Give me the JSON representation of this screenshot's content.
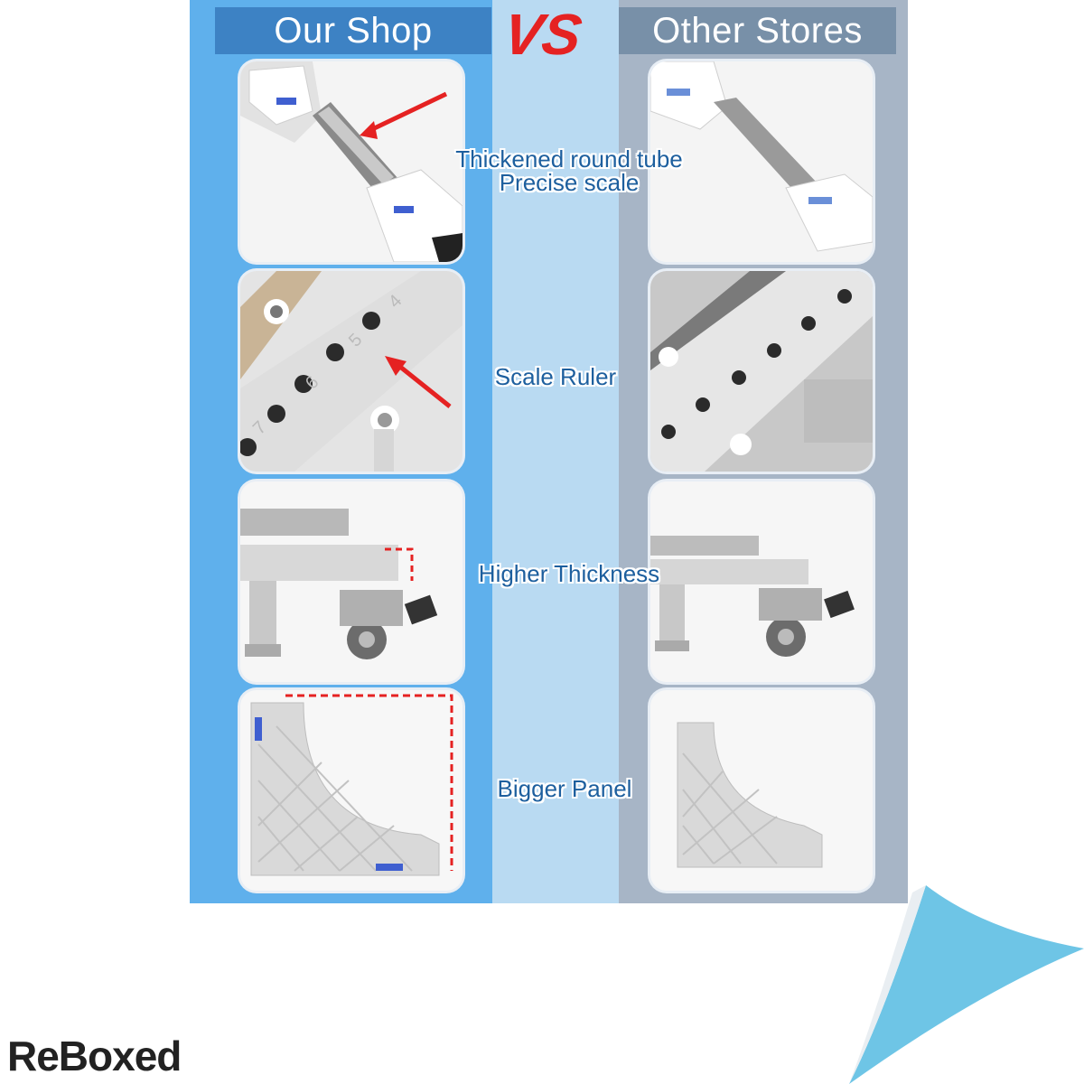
{
  "header": {
    "left_title": "Our Shop",
    "vs_text": "VS",
    "right_title": "Other Stores"
  },
  "comparisons": [
    {
      "label_line1": "Thickened round tube",
      "label_line2": "Precise scale"
    },
    {
      "label_line1": "Scale Ruler"
    },
    {
      "label_line1": "Higher Thickness"
    },
    {
      "label_line1": "Bigger Panel"
    }
  ],
  "scale_digits": [
    "4",
    "5",
    "6",
    "7"
  ],
  "brand": {
    "logo_text": "ReBoxed"
  },
  "colors": {
    "left_column": "#5fb0ec",
    "right_column": "#a7b5c6",
    "center_band": "#b9daf2",
    "accent_red": "#e52222",
    "label_blue": "#1d5f9e"
  }
}
